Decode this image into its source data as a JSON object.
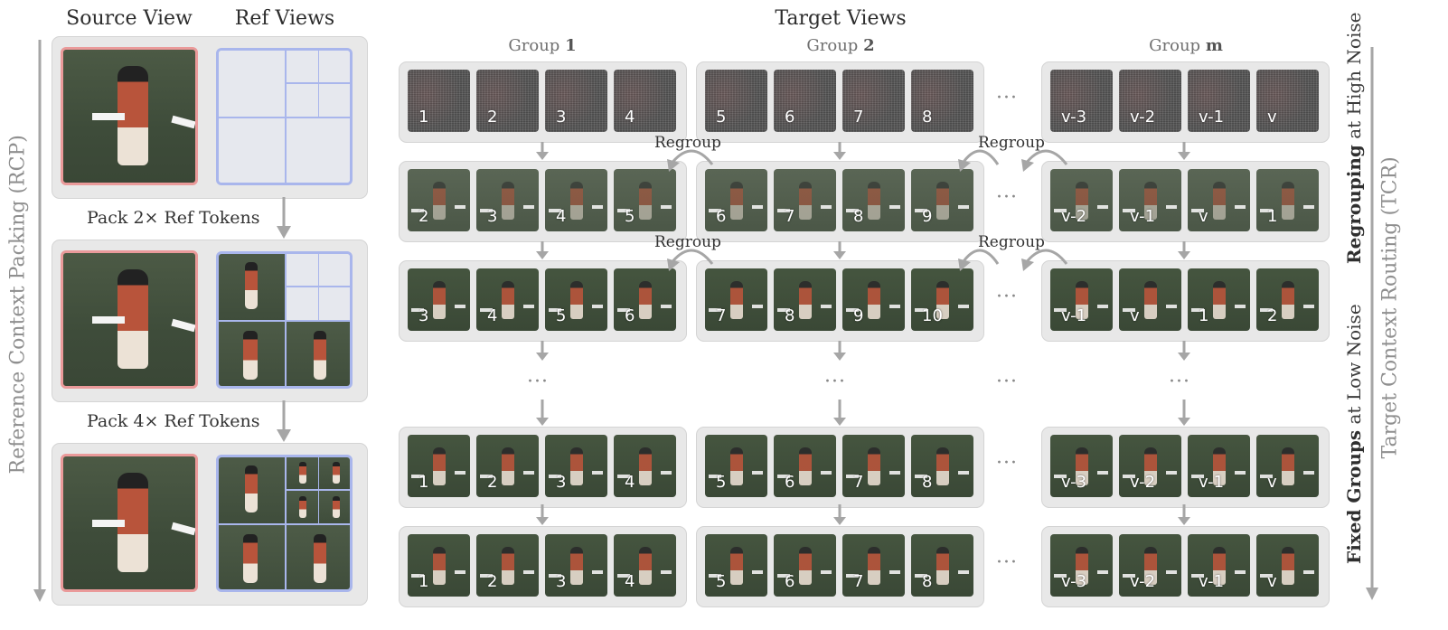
{
  "headers": {
    "source": "Source View",
    "ref": "Ref Views",
    "target": "Target Views"
  },
  "groups": [
    {
      "prefix": "Group",
      "id": "1"
    },
    {
      "prefix": "Group",
      "id": "2"
    },
    {
      "prefix": "Group",
      "id": "m"
    }
  ],
  "pack_labels": [
    "Pack 2× Ref Tokens",
    "Pack 4× Ref Tokens"
  ],
  "regroup_label": "Regroup",
  "ellipsis": "···",
  "side": {
    "left": "Reference Context Packing (RCP)",
    "right": "Target Context Routing (TCR)",
    "high_bold": "Regrouping",
    "high_rest": " at High Noise",
    "low_bold": "Fixed Groups",
    "low_rest": " at Low Noise"
  },
  "rows": [
    {
      "style": "noise",
      "g1": [
        "1",
        "2",
        "3",
        "4"
      ],
      "g2": [
        "5",
        "6",
        "7",
        "8"
      ],
      "gm": [
        "v-3",
        "v-2",
        "v-1",
        "v"
      ]
    },
    {
      "style": "mid",
      "g1": [
        "2",
        "3",
        "4",
        "5"
      ],
      "g2": [
        "6",
        "7",
        "8",
        "9"
      ],
      "gm": [
        "v-2",
        "v-1",
        "v",
        "1"
      ]
    },
    {
      "style": "clean",
      "g1": [
        "3",
        "4",
        "5",
        "6"
      ],
      "g2": [
        "7",
        "8",
        "9",
        "10"
      ],
      "gm": [
        "v-1",
        "v",
        "1",
        "2"
      ]
    },
    {
      "style": "clean",
      "g1": [
        "1",
        "2",
        "3",
        "4"
      ],
      "g2": [
        "5",
        "6",
        "7",
        "8"
      ],
      "gm": [
        "v-3",
        "v-2",
        "v-1",
        "v"
      ]
    },
    {
      "style": "clean",
      "g1": [
        "1",
        "2",
        "3",
        "4"
      ],
      "g2": [
        "5",
        "6",
        "7",
        "8"
      ],
      "gm": [
        "v-3",
        "v-2",
        "v-1",
        "v"
      ]
    }
  ],
  "colors": {
    "source_border": "#ea9a9a",
    "ref_border": "#a9b6ec",
    "panel": "#e8e8e8",
    "arrow": "#a6a6a6"
  }
}
